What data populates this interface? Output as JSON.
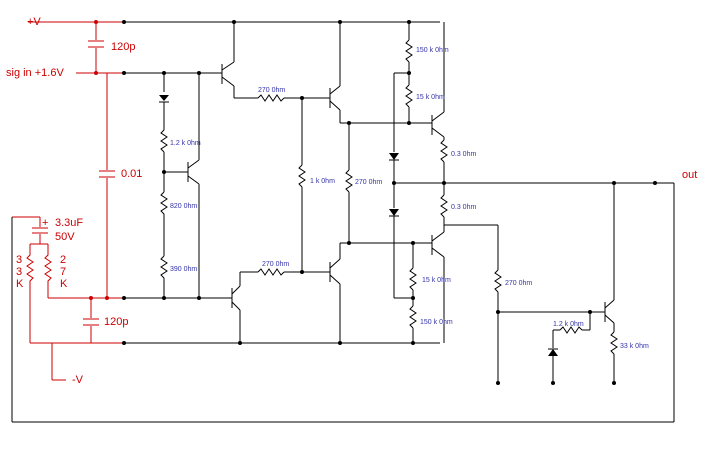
{
  "labels": {
    "vplus": "+V",
    "sig_in": "sig in +1.6V",
    "out": "out",
    "vminus": "-V",
    "c_top": "120p",
    "c_coupling": "0.01",
    "c_bot": "120p",
    "c_elec": "3.3uF",
    "c_elec_v": "50V",
    "c_elec_plus": "+",
    "r_33k_a": "3",
    "r_33k_b": "3",
    "r_33k_c": "K",
    "r_27k_a": "2",
    "r_27k_b": "7",
    "r_27k_c": "K",
    "r_1k2": "1.2 k 0hm",
    "r_820": "820 0hm",
    "r_390": "390 0hm",
    "r_270_top": "270 0hm",
    "r_270_bot": "270 0hm",
    "r_1k": "1 k 0hm",
    "r_270_mid": "270 0hm",
    "r_150k_top": "150 k 0hm",
    "r_15k_top": "15 k 0hm",
    "r_03_top": "0.3 0hm",
    "r_03_bot": "0.3 0hm",
    "r_15k_bot": "15 k 0hm",
    "r_150k_bot": "150 k 0hm",
    "r_270_right": "270 0hm",
    "r_1k2_right": "1.2 k 0hm",
    "r_33k_right": "33 k 0hm"
  }
}
